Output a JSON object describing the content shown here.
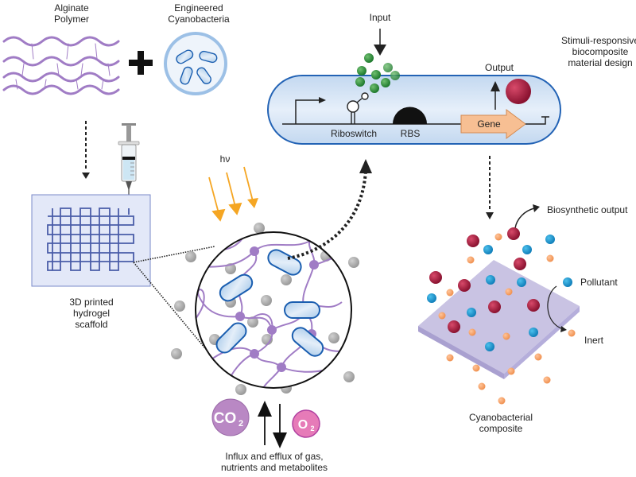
{
  "title": "Stimuli-responsive biocomposite material design",
  "labels": {
    "alginate": [
      "Alginate",
      "Polymer"
    ],
    "cyanobacteria": [
      "Engineered",
      "Cyanobacteria"
    ],
    "scaffold": [
      "3D printed",
      "hydrogel",
      "scaffold"
    ],
    "hv": "hν",
    "input": "Input",
    "output": "Output",
    "riboswitch": "Riboswitch",
    "rbs": "RBS",
    "gene": "Gene",
    "design": [
      "Stimuli-responsive",
      "biocomposite",
      "material design"
    ],
    "biosynthetic_output": "Biosynthetic output",
    "pollutant": "Pollutant",
    "inert": "Inert",
    "composite": [
      "Cyanobacterial",
      "composite"
    ],
    "gas_exchange": [
      "Influx and efflux of gas,",
      "nutrients and metabolites"
    ],
    "co2": "CO",
    "co2_sub": "2",
    "o2": "O",
    "o2_sub": "2",
    "plus": "+"
  },
  "colors": {
    "polymer": "#a07cc5",
    "cell_fill": "#cfe0f3",
    "cell_stroke": "#1a5eb0",
    "scaffold_bg": "#e3e8f8",
    "scaffold_grid": "#4a5ca8",
    "light_arrow": "#f5a623",
    "inducer": "#2e8b3e",
    "output_molecule": "#a3193b",
    "pollutant": "#1a94d0",
    "inert": "#f5a26a",
    "plate": "#c9c3e3",
    "gray_particle": "#b5b5b5",
    "co2": "#b988c4",
    "o2": "#e67bb8",
    "gene_arrow": "#f7bf93"
  }
}
